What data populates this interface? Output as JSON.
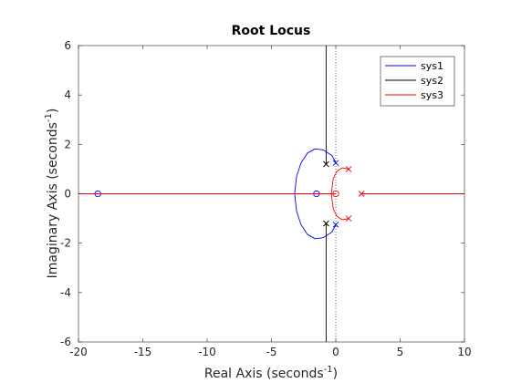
{
  "chart_data": {
    "type": "line",
    "title": "Root Locus",
    "xlabel": "Real Axis (seconds",
    "ylabel": "Imaginary Axis (seconds",
    "label_superscript": "-1",
    "label_suffix": ")",
    "xlim": [
      -20,
      10
    ],
    "ylim": [
      -6,
      6
    ],
    "xticks": [
      -20,
      -15,
      -10,
      -5,
      0,
      5,
      10
    ],
    "yticks": [
      -6,
      -4,
      -2,
      0,
      2,
      4,
      6
    ],
    "xtick_labels": [
      "-20",
      "-15",
      "-10",
      "-5",
      "0",
      "5",
      "10"
    ],
    "ytick_labels": [
      "-6",
      "-4",
      "-2",
      "0",
      "2",
      "4",
      "6"
    ],
    "grid": false,
    "legend_location": "top-right",
    "series": [
      {
        "name": "sys1",
        "color": "#0000ff",
        "poles": [
          [
            0,
            1.25
          ],
          [
            0,
            -1.25
          ]
        ],
        "zeros": [
          [
            -18.5,
            0
          ],
          [
            -1.5,
            0
          ]
        ],
        "branches": [
          [
            [
              0,
              1.25
            ],
            [
              -0.3,
              1.55
            ],
            [
              -1.0,
              1.78
            ],
            [
              -1.6,
              1.82
            ],
            [
              -2.2,
              1.65
            ],
            [
              -2.7,
              1.25
            ],
            [
              -3.05,
              0.7
            ],
            [
              -3.2,
              0
            ]
          ],
          [
            [
              0,
              -1.25
            ],
            [
              -0.3,
              -1.55
            ],
            [
              -1.0,
              -1.78
            ],
            [
              -1.6,
              -1.82
            ],
            [
              -2.2,
              -1.65
            ],
            [
              -2.7,
              -1.25
            ],
            [
              -3.05,
              -0.7
            ],
            [
              -3.2,
              0
            ]
          ],
          [
            [
              -3.2,
              0
            ],
            [
              -18.5,
              0
            ]
          ],
          [
            [
              -3.2,
              0
            ],
            [
              -1.5,
              0
            ]
          ]
        ]
      },
      {
        "name": "sys2",
        "color": "#000000",
        "poles": [
          [
            -0.75,
            1.2
          ],
          [
            -0.75,
            -1.2
          ]
        ],
        "zeros": [],
        "branches": [
          [
            [
              -0.75,
              1.2
            ],
            [
              -0.75,
              6
            ]
          ],
          [
            [
              -0.75,
              -1.2
            ],
            [
              -0.75,
              -6
            ]
          ]
        ]
      },
      {
        "name": "sys3",
        "color": "#ff0000",
        "poles": [
          [
            1,
            1
          ],
          [
            1,
            -1
          ],
          [
            2,
            0
          ]
        ],
        "zeros": [
          [
            0,
            0
          ]
        ],
        "branches": [
          [
            [
              1,
              1
            ],
            [
              0.5,
              1.05
            ],
            [
              0.1,
              0.92
            ],
            [
              -0.2,
              0.62
            ],
            [
              -0.35,
              0
            ]
          ],
          [
            [
              1,
              -1
            ],
            [
              0.5,
              -1.05
            ],
            [
              0.1,
              -0.92
            ],
            [
              -0.2,
              -0.62
            ],
            [
              -0.35,
              0
            ]
          ],
          [
            [
              -0.35,
              0
            ],
            [
              -20,
              0
            ]
          ],
          [
            [
              -0.35,
              0
            ],
            [
              0,
              0
            ]
          ],
          [
            [
              2,
              0
            ],
            [
              10,
              0
            ]
          ]
        ]
      }
    ],
    "dotted_reference_x": 0
  }
}
